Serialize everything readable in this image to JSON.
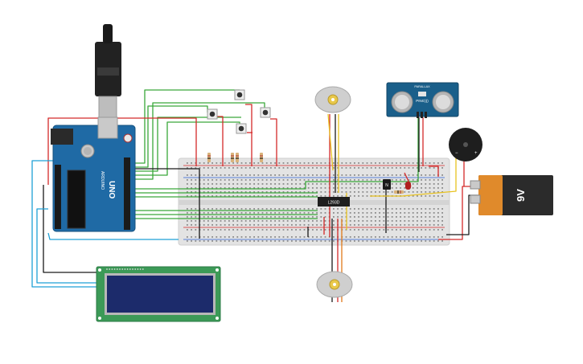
{
  "components": {
    "arduino": {
      "model": "UNO",
      "brand": "ARDUINO",
      "board_color": "#1f6aa5"
    },
    "lcd": {
      "screen_color": "#1c2b6b",
      "pcb_color": "#3c9a57"
    },
    "driver_chip": {
      "label": "L293D"
    },
    "ultrasonic": {
      "model": "PING)))",
      "brand": "PARALLAX"
    },
    "battery": {
      "label": "9V",
      "body_color": "#e08a2b"
    },
    "buzzer": {
      "polarity_minus": "−",
      "polarity_plus": "+"
    },
    "transistor": {
      "label": "N"
    },
    "motor_top": {
      "hub_color": "#e8c84a"
    },
    "motor_bottom": {
      "hub_color": "#e8c84a"
    }
  },
  "wire_colors": {
    "red": "#d42a2a",
    "black": "#1a1a1a",
    "green": "#3aa83a",
    "blue": "#1ea0d6",
    "yellow": "#e8c220",
    "orange": "#e07a1a"
  }
}
